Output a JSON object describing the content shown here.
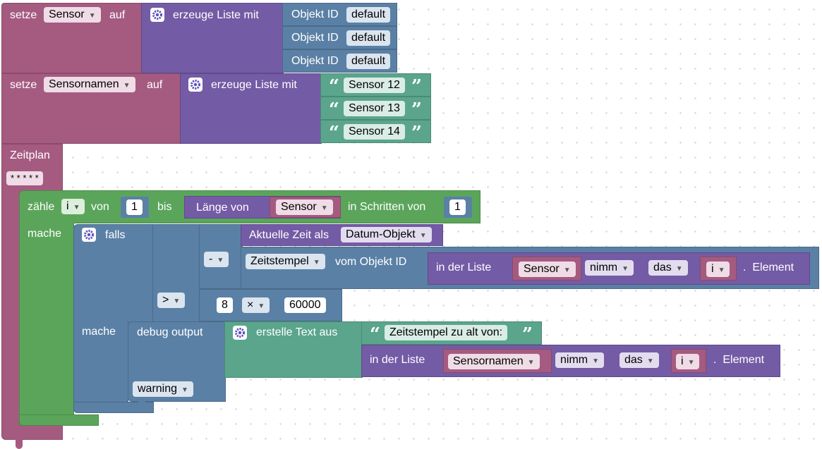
{
  "setze1": {
    "keyword": "setze",
    "variable": "Sensor",
    "auf": "auf",
    "list_label": "erzeuge Liste mit",
    "items": [
      {
        "label": "Objekt ID",
        "value": "default"
      },
      {
        "label": "Objekt ID",
        "value": "default"
      },
      {
        "label": "Objekt ID",
        "value": "default"
      }
    ]
  },
  "setze2": {
    "keyword": "setze",
    "variable": "Sensornamen",
    "auf": "auf",
    "list_label": "erzeuge Liste mit",
    "items": [
      "Sensor 12",
      "Sensor 13",
      "Sensor 14"
    ]
  },
  "quote_open": "“",
  "quote_close": "”",
  "zeitplan": {
    "label": "Zeitplan",
    "cron": "* * * * *"
  },
  "loop": {
    "zaehle": "zähle",
    "var": "i",
    "von": "von",
    "from": "1",
    "bis": "bis",
    "laenge_von": "Länge von",
    "list_var": "Sensor",
    "in_schritten_von": "in Schritten von",
    "step": "1",
    "mache": "mache"
  },
  "if_block": {
    "falls": "falls",
    "compare_op": ">",
    "minus_op": "-",
    "aktuelle_zeit": "Aktuelle Zeit als",
    "zeit_format": "Datum-Objekt",
    "zeitstempel": "Zeitstempel",
    "vom_objekt_id": "vom Objekt ID",
    "in_der_liste": "in der Liste",
    "list_var": "Sensor",
    "nimm": "nimm",
    "das": "das",
    "index_var": "i",
    "element": "Element",
    "mult_a": "8",
    "mult_op": "×",
    "mult_b": "60000",
    "mache": "mache"
  },
  "debug": {
    "label": "debug output",
    "erstelle_text": "erstelle Text aus",
    "text": "Zeitstempel zu alt von:",
    "in_der_liste": "in der Liste",
    "list_var": "Sensornamen",
    "nimm": "nimm",
    "das": "das",
    "index_var": "i",
    "element": "Element",
    "level": "warning"
  },
  "colors": {
    "variables": "#a55b80",
    "lists": "#745ba5",
    "objects": "#5b80a5",
    "text": "#5ba58c",
    "loops": "#5ba55b",
    "logic": "#5b80a5"
  },
  "icons": [
    "gear-icon",
    "dropdown-arrow-icon",
    "quote-icon"
  ]
}
